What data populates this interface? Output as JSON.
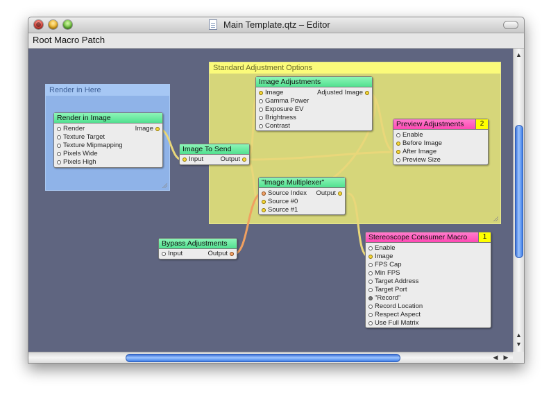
{
  "window": {
    "title": "Main Template.qtz – Editor"
  },
  "pathbar": {
    "label": "Root Macro Patch"
  },
  "regions": {
    "render": {
      "title": "Render in Here"
    },
    "adjust": {
      "title": "Standard Adjustment Options"
    }
  },
  "patches": {
    "render_in_image": {
      "title": "Render in Image",
      "inputs": [
        "Render",
        "Texture Target",
        "Texture Mipmapping",
        "Pixels Wide",
        "Pixels High"
      ],
      "outputs": [
        "Image"
      ]
    },
    "image_to_send": {
      "title": "Image To Send",
      "inputs": [
        "Input"
      ],
      "outputs": [
        "Output"
      ]
    },
    "image_adjustments": {
      "title": "Image Adjustments",
      "inputs": [
        "Image",
        "Gamma Power",
        "Exposure EV",
        "Brightness",
        "Contrast"
      ],
      "outputs": [
        "Adjusted Image"
      ]
    },
    "preview_adjustments": {
      "title": "Preview Adjustments",
      "badge": "2",
      "inputs": [
        "Enable",
        "Before Image",
        "After Image",
        "Preview Size"
      ]
    },
    "image_multiplexer": {
      "title": "\"Image Multiplexer\"",
      "inputs": [
        "Source Index",
        "Source #0",
        "Source #1"
      ],
      "outputs": [
        "Output"
      ]
    },
    "bypass_adjustments": {
      "title": "Bypass Adjustments",
      "inputs": [
        "Input"
      ],
      "outputs": [
        "Output"
      ]
    },
    "stereoscope": {
      "title": "Stereoscope Consumer Macro",
      "badge": "1",
      "inputs": [
        "Enable",
        "Image",
        "FPS Cap",
        "Min FPS",
        "Target Address",
        "Target Port",
        "\"Record\"",
        "Record Location",
        "Respect Aspect",
        "Use Full Matrix"
      ]
    }
  },
  "colors": {
    "canvas": "#5f6580",
    "render_region": "#8fb3e8",
    "adjust_region": "#d6d67a",
    "patch_header_green": "#5ee89a",
    "patch_header_pink": "#ff55b9",
    "wire_yellow": "#e9d77a",
    "wire_orange": "#f0a060"
  }
}
